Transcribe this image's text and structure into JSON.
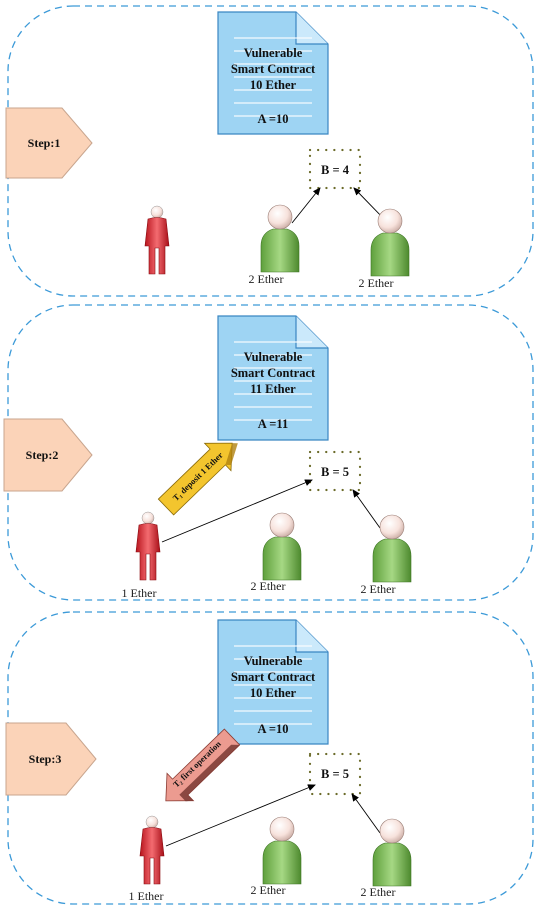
{
  "steps": [
    {
      "step_label": "Step:1",
      "contract": {
        "line1": "Vulnerable",
        "line2": "Smart Contract",
        "balance": "10 Ether",
        "a_value": "A =10"
      },
      "counter_b": "B = 4",
      "attacker_label": "",
      "users": [
        {
          "label": "2 Ether"
        },
        {
          "label": "2 Ether"
        }
      ],
      "arrow_label": ""
    },
    {
      "step_label": "Step:2",
      "contract": {
        "line1": "Vulnerable",
        "line2": "Smart Contract",
        "balance": "11 Ether",
        "a_value": "A =11"
      },
      "counter_b": "B = 5",
      "attacker_label": "1 Ether",
      "users": [
        {
          "label": "2 Ether"
        },
        {
          "label": "2 Ether"
        }
      ],
      "arrow_label": "T₁ deposit 1 Ether"
    },
    {
      "step_label": "Step:3",
      "contract": {
        "line1": "Vulnerable",
        "line2": "Smart Contract",
        "balance": "10 Ether",
        "a_value": "A =10"
      },
      "counter_b": "B = 5",
      "attacker_label": "1 Ether",
      "users": [
        {
          "label": "2 Ether"
        },
        {
          "label": "2 Ether"
        }
      ],
      "arrow_label": "T₂ first operation"
    }
  ],
  "colors": {
    "panel_border": "#3c9ad8",
    "step_fill": "#fbd3b8",
    "step_stroke": "#c8a58e",
    "doc_fill": "#9ed4f3",
    "doc_stroke": "#3a86c2",
    "attacker": "#e8232f",
    "user": "#7fbd57",
    "deposit_arrow": "#f3c52e",
    "withdraw_arrow": "#ec9b90",
    "counter_dots": "#6b6b2a"
  }
}
